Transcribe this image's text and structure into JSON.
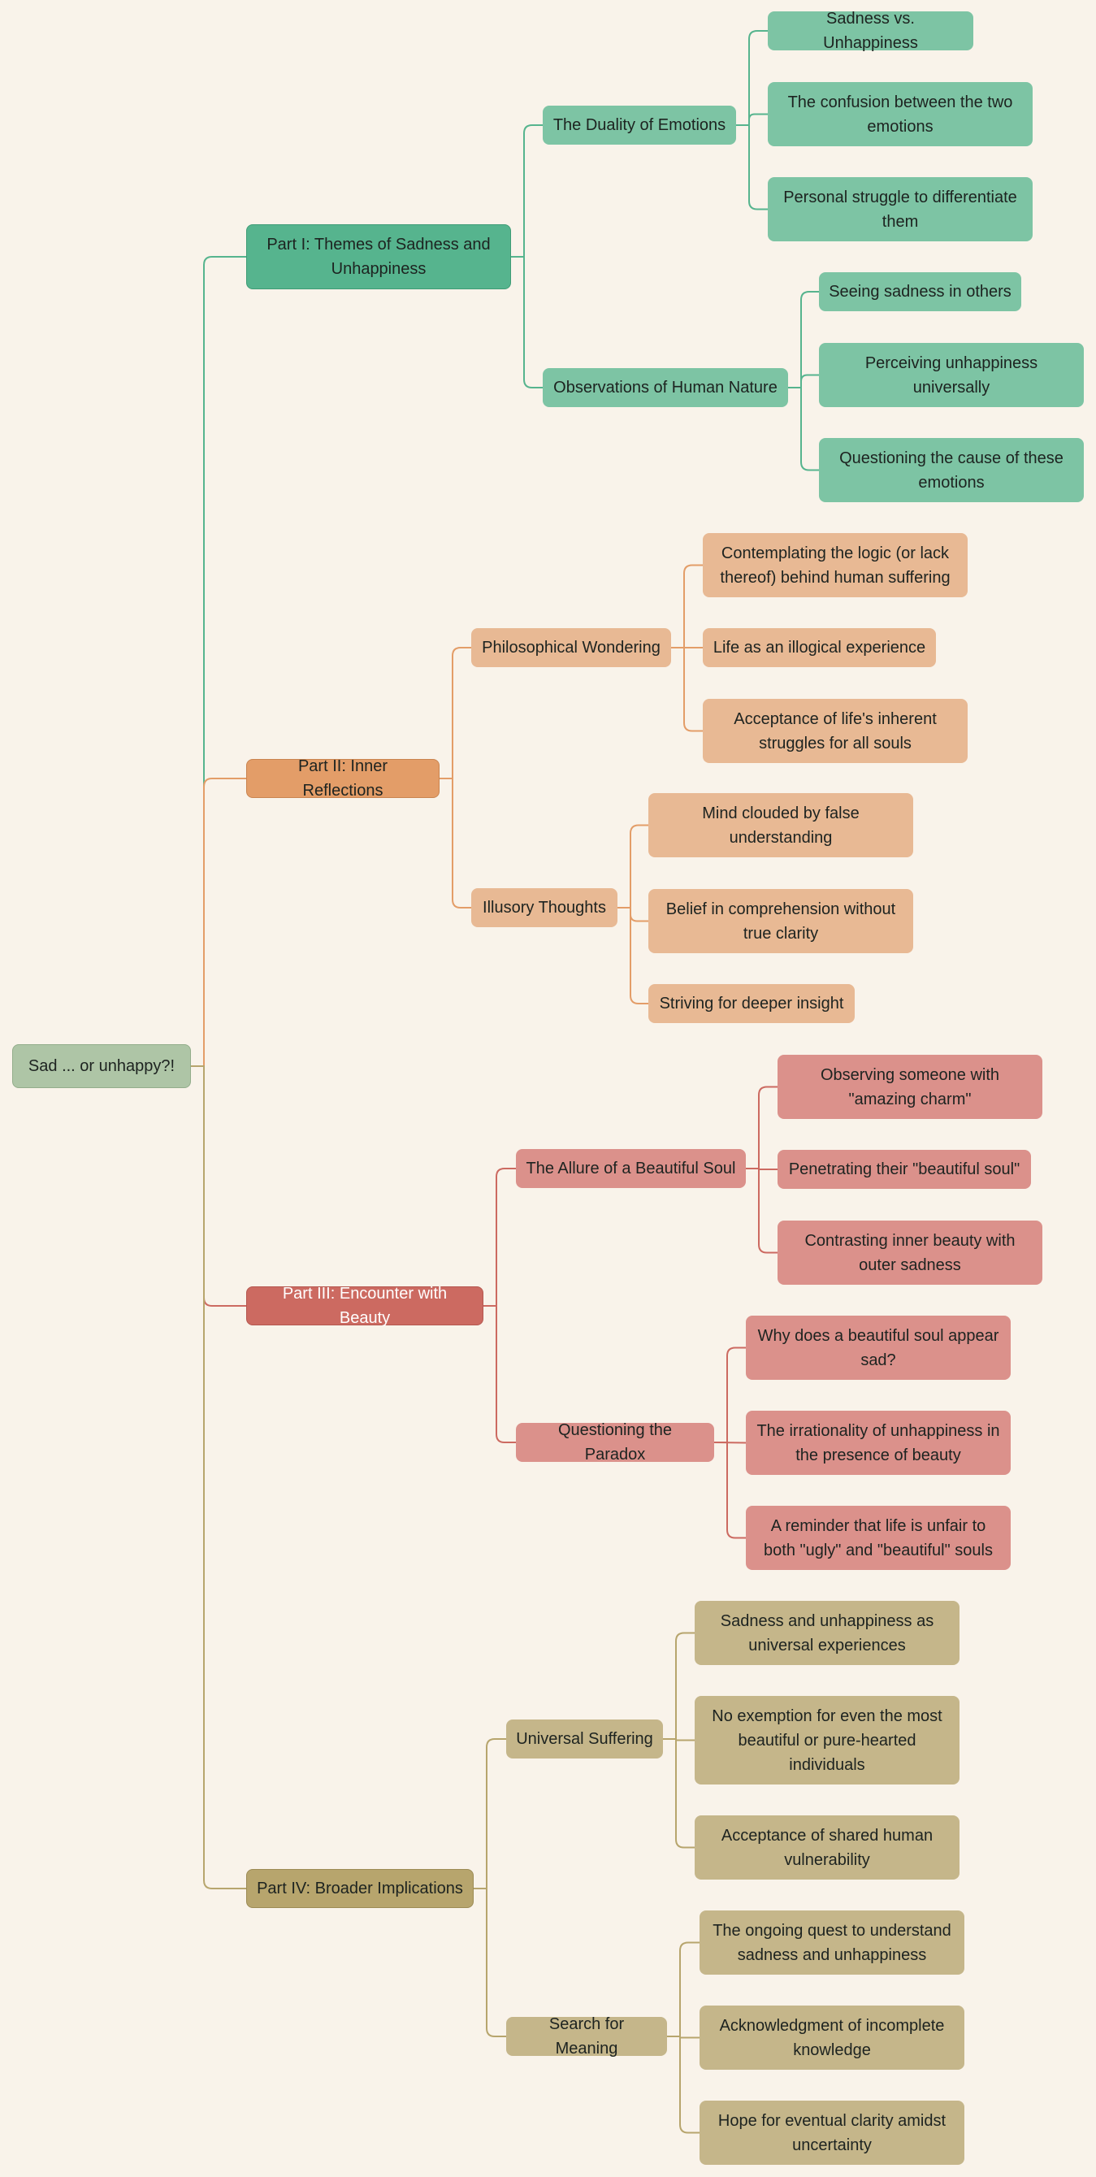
{
  "root": {
    "label": "Sad ... or unhappy?!"
  },
  "colors": {
    "background": "#f9f3ea",
    "green": "#56b48e",
    "orange": "#e39d68",
    "red": "#cc6a61",
    "olive": "#b7a56d"
  },
  "parts": [
    {
      "label": "Part I: Themes of Sadness and Unhappiness",
      "topics": [
        {
          "label": "The Duality of Emotions",
          "items": [
            "Sadness vs. Unhappiness",
            "The confusion between the two emotions",
            "Personal struggle to differentiate them"
          ]
        },
        {
          "label": "Observations of Human Nature",
          "items": [
            "Seeing sadness in others",
            "Perceiving unhappiness universally",
            "Questioning the cause of these emotions"
          ]
        }
      ]
    },
    {
      "label": "Part II: Inner Reflections",
      "topics": [
        {
          "label": "Philosophical Wondering",
          "items": [
            "Contemplating the logic (or lack thereof) behind human suffering",
            "Life as an illogical experience",
            "Acceptance of life's inherent struggles for all souls"
          ]
        },
        {
          "label": "Illusory Thoughts",
          "items": [
            "Mind clouded by false understanding",
            "Belief in comprehension without true clarity",
            "Striving for deeper insight"
          ]
        }
      ]
    },
    {
      "label": "Part III: Encounter with Beauty",
      "topics": [
        {
          "label": "The Allure of a Beautiful Soul",
          "items": [
            "Observing someone with \"amazing charm\"",
            "Penetrating their \"beautiful soul\"",
            "Contrasting inner beauty with outer sadness"
          ]
        },
        {
          "label": "Questioning the Paradox",
          "items": [
            "Why does a beautiful soul appear sad?",
            "The irrationality of unhappiness in the presence of beauty",
            "A reminder that life is unfair to both \"ugly\" and \"beautiful\" souls"
          ]
        }
      ]
    },
    {
      "label": "Part IV: Broader Implications",
      "topics": [
        {
          "label": "Universal Suffering",
          "items": [
            "Sadness and unhappiness as universal experiences",
            "No exemption for even the most beautiful or pure-hearted individuals",
            "Acceptance of shared human vulnerability"
          ]
        },
        {
          "label": "Search for Meaning",
          "items": [
            "The ongoing quest to understand sadness and unhappiness",
            "Acknowledgment of incomplete knowledge",
            "Hope for eventual clarity amidst uncertainty"
          ]
        }
      ]
    }
  ]
}
